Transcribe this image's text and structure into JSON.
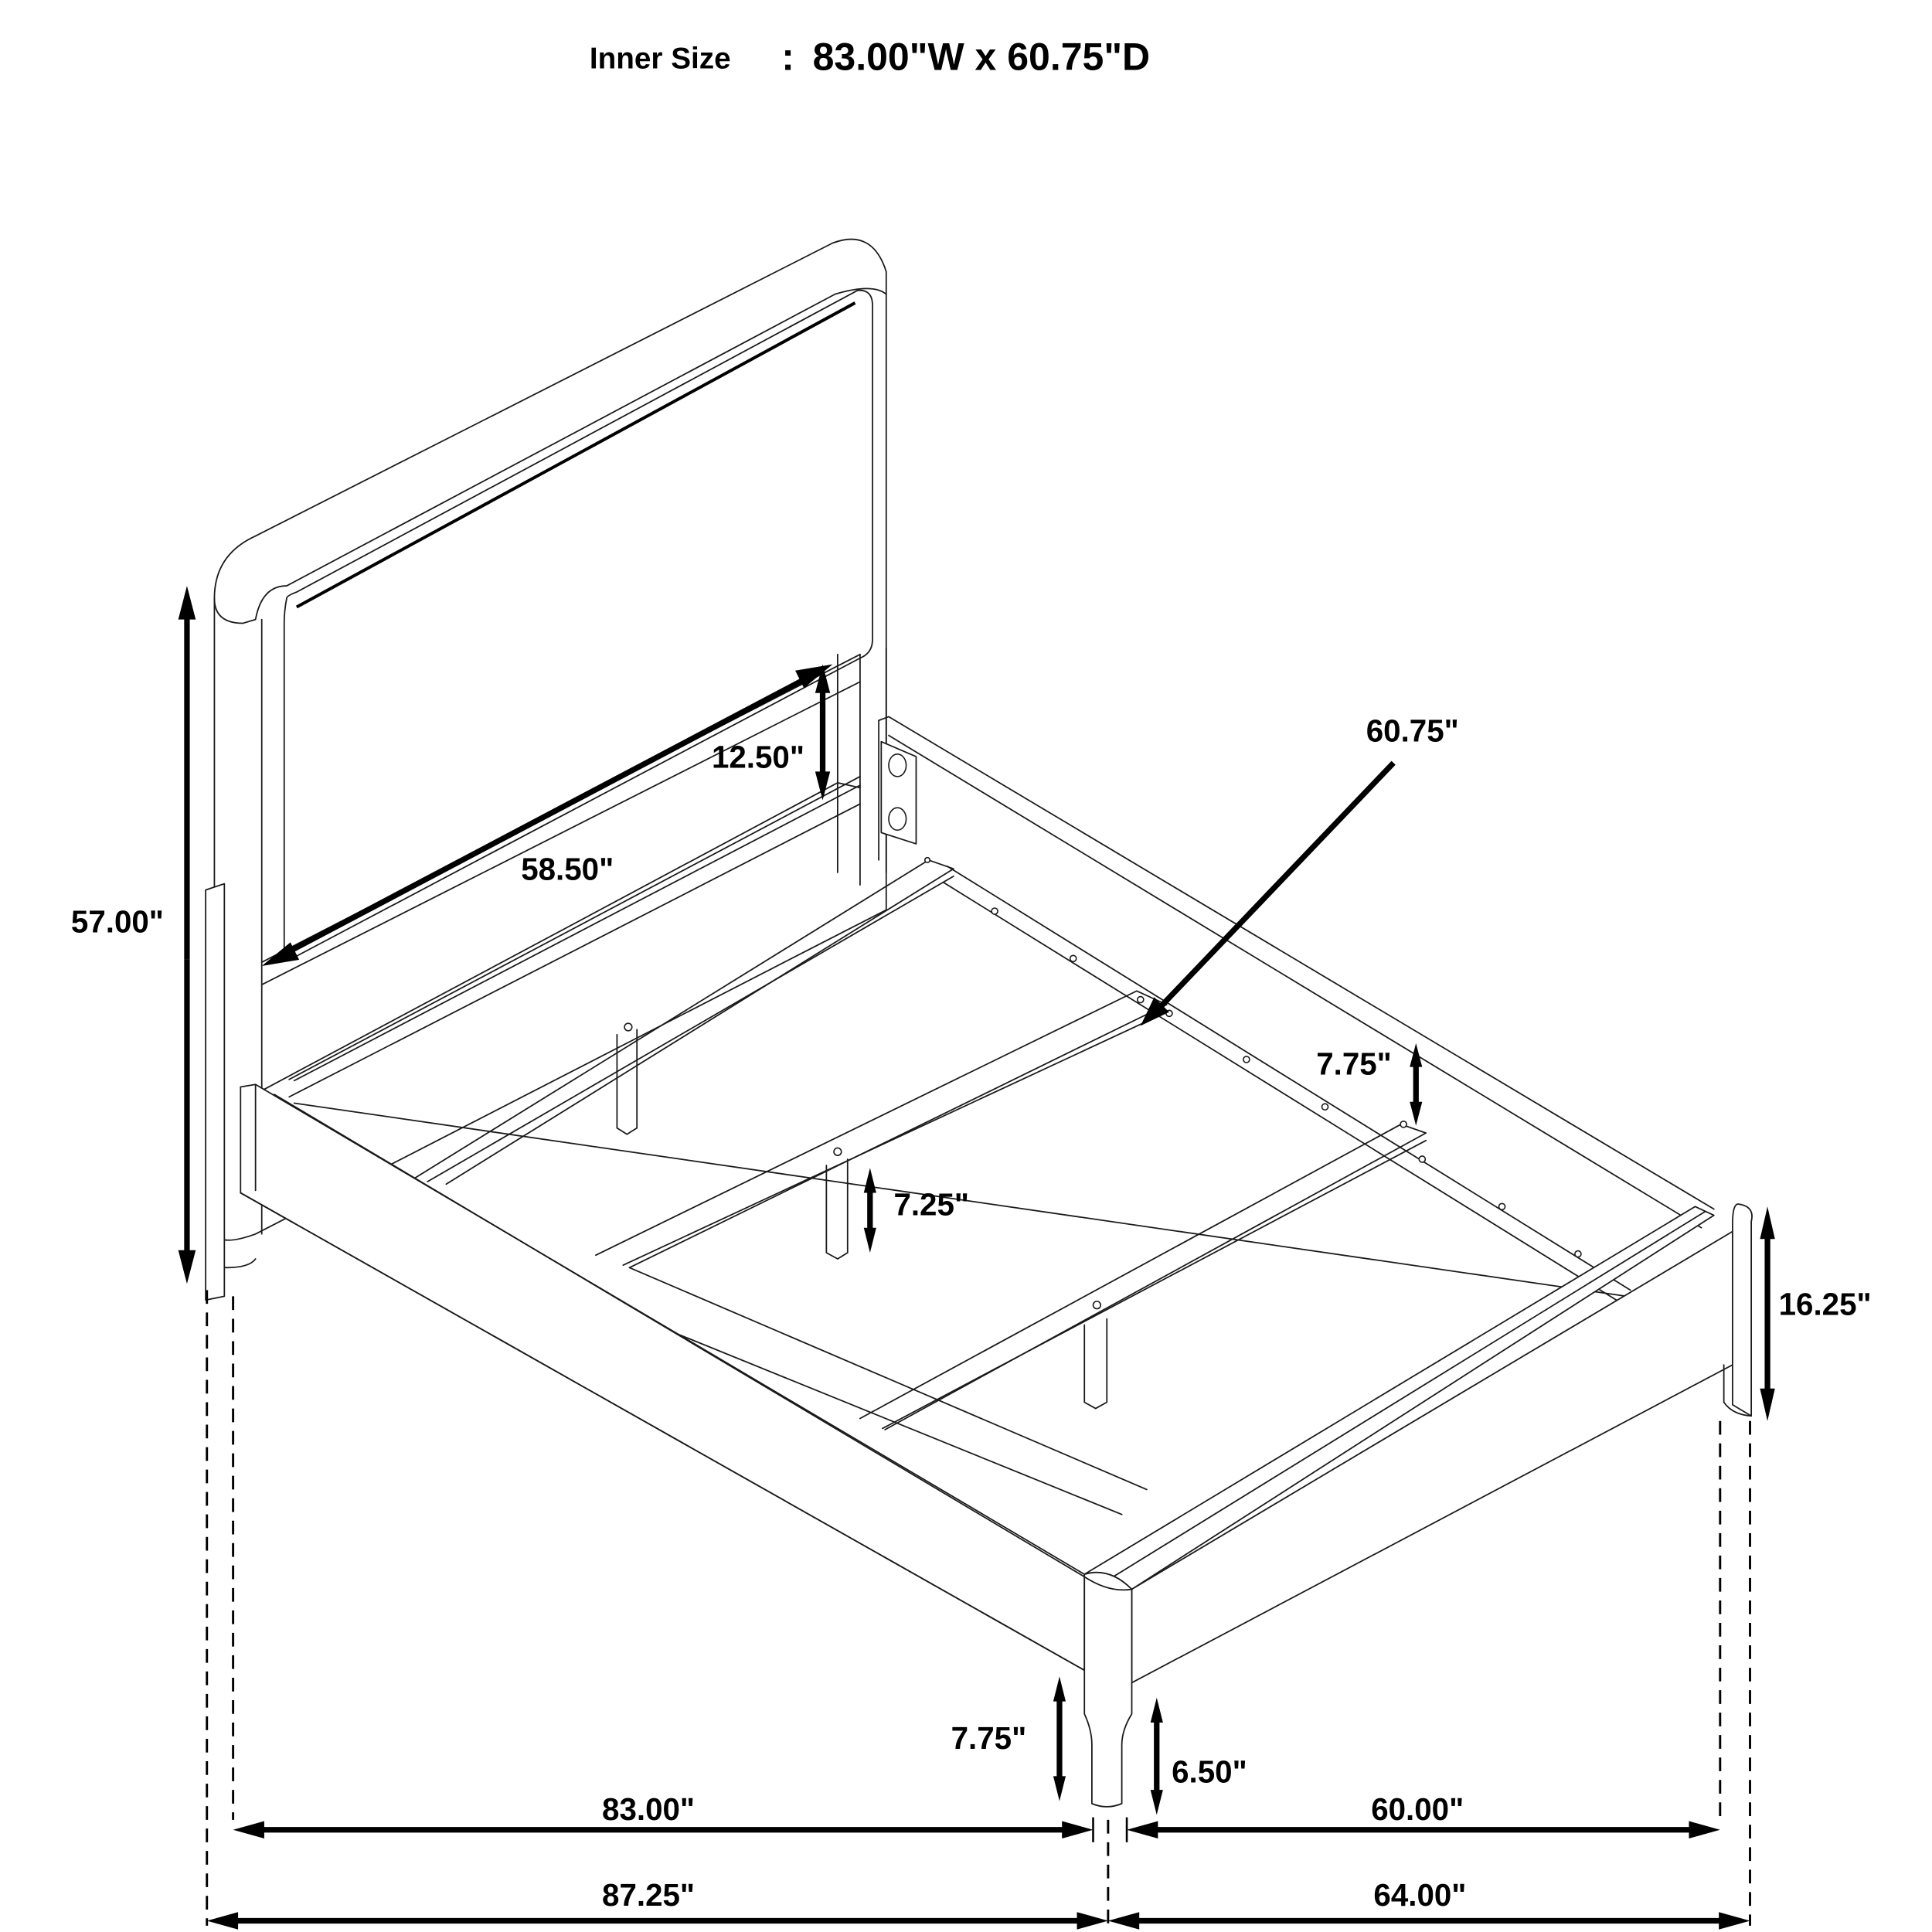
{
  "title": {
    "prefix": "Inner Size",
    "separator": ":",
    "value": "83.00\"W x 60.75\"D"
  },
  "dimensions": {
    "headboard_height": "57.00\"",
    "headboard_panel_width": "58.50\"",
    "headboard_panel_clearance": "12.50\"",
    "slat_length": "60.75\"",
    "side_rail_height": "7.75\"",
    "center_leg_height": "7.25\"",
    "footboard_height": "16.25\"",
    "rail_ground_clearance": "7.75\"",
    "footboard_ground_clearance": "6.50\"",
    "inner_length": "83.00\"",
    "inner_width": "60.00\"",
    "overall_length": "87.25\"",
    "overall_width": "64.00\""
  },
  "colors": {
    "line": "#1a1a1a",
    "background": "#ffffff"
  }
}
